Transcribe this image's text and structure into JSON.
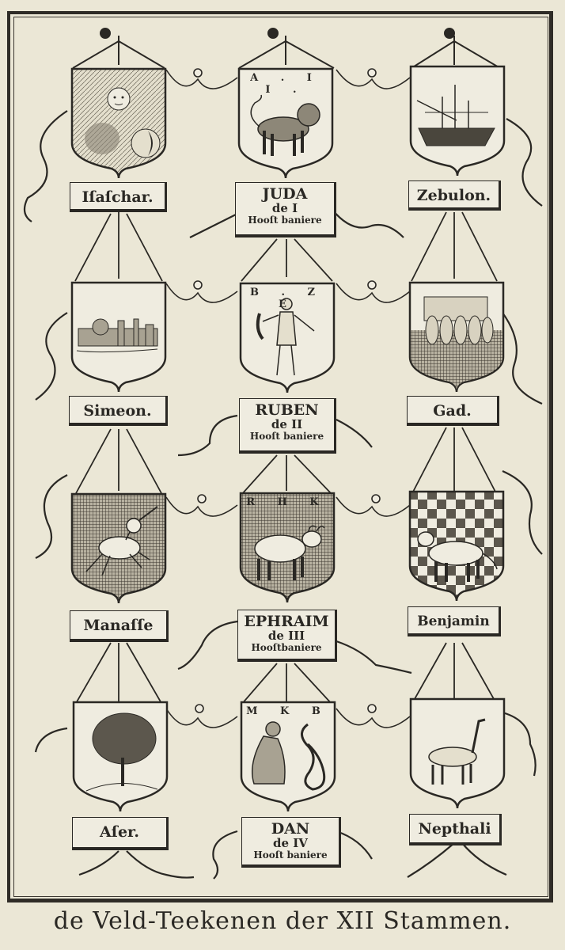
{
  "title": "de Veld-Teekenen der XII Stammen.",
  "colors": {
    "paper": "#ebe7d6",
    "ink": "#2a2824"
  },
  "tribes": [
    {
      "name": "Iſaſchar.",
      "emblem": "sun-and-moon-icon",
      "letters": "",
      "fill": "plain"
    },
    {
      "name": "JUDA",
      "sub": "de I",
      "sub2": "Hooſt baniere",
      "emblem": "lion-icon",
      "letters": "A . I I .",
      "fill": "plain"
    },
    {
      "name": "Zebulon.",
      "emblem": "ship-icon",
      "letters": "",
      "fill": "plain"
    },
    {
      "name": "Simeon.",
      "emblem": "city-icon",
      "letters": "",
      "fill": "plain"
    },
    {
      "name": "RUBEN",
      "sub": "de II",
      "sub2": "Hooſt baniere",
      "emblem": "man-icon",
      "letters": "B . Z E",
      "fill": "plain"
    },
    {
      "name": "Gad.",
      "emblem": "army-icon",
      "letters": "",
      "fill": "half-hatched"
    },
    {
      "name": "Manaſſe",
      "emblem": "unicorn-icon",
      "letters": "",
      "fill": "hatched"
    },
    {
      "name": "EPHRAIM",
      "sub": "de III",
      "sub2": "Hooſtbaniere",
      "emblem": "ox-icon",
      "letters": "R H K",
      "fill": "hatched"
    },
    {
      "name": "Benjamin",
      "emblem": "wolf-icon",
      "letters": "",
      "fill": "checkered"
    },
    {
      "name": "Aſer.",
      "emblem": "tree-icon",
      "letters": "",
      "fill": "plain"
    },
    {
      "name": "DAN",
      "sub": "de IV",
      "sub2": "Hooſt baniere",
      "emblem": "eagle-and-serpent-icon",
      "letters": "M K B",
      "fill": "plain"
    },
    {
      "name": "Nepthali",
      "emblem": "deer-icon",
      "letters": "",
      "fill": "plain"
    }
  ]
}
